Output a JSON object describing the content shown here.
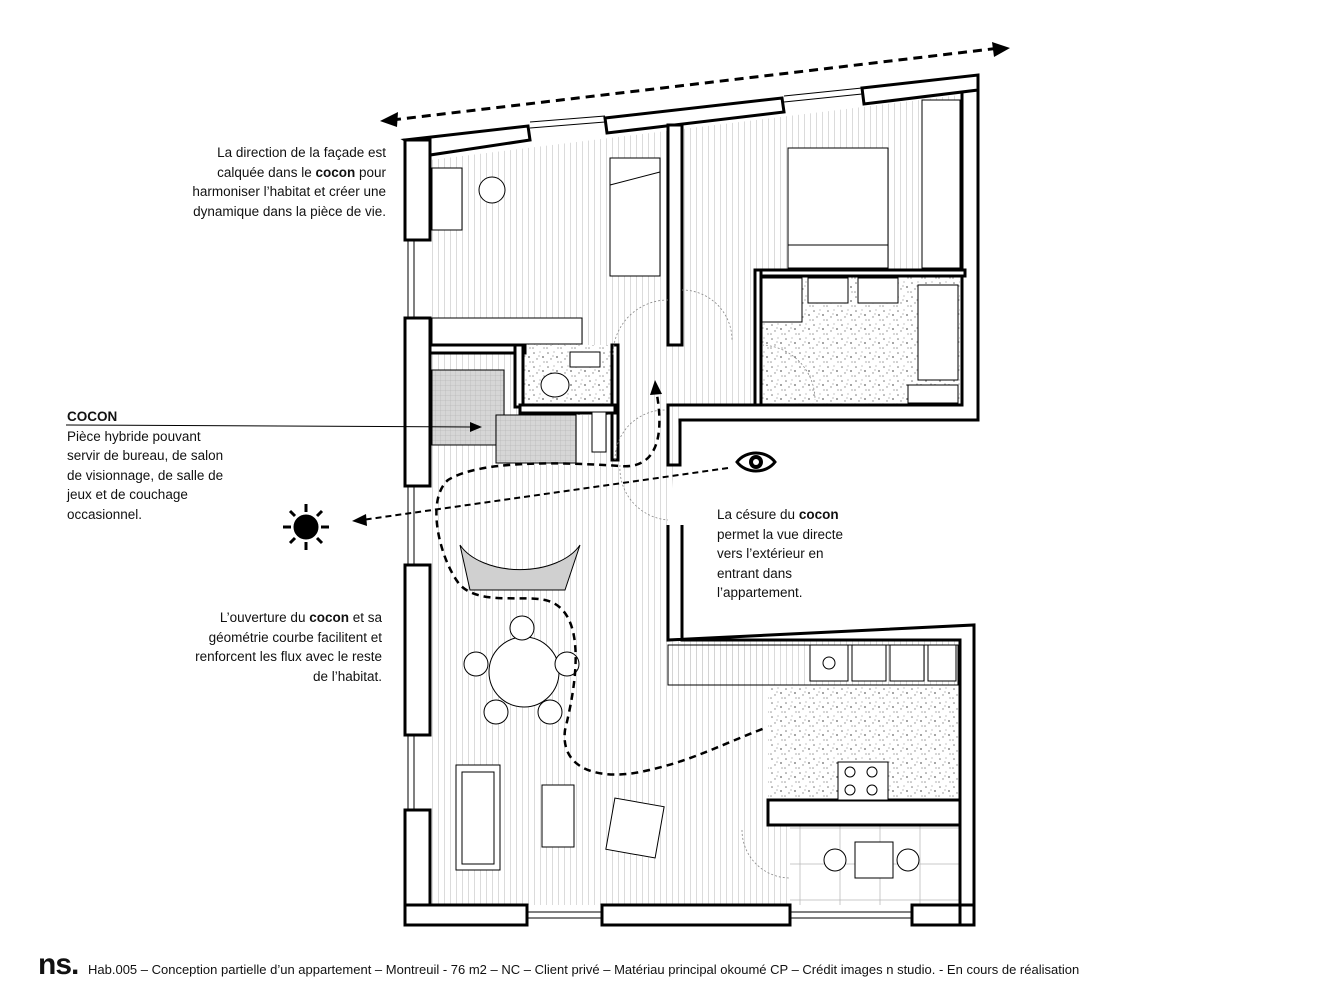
{
  "annotations": {
    "facade": {
      "parts": [
        "La direction de la façade est calquée dans le ",
        "cocon",
        " pour harmoniser l’habitat et créer une dynamique dans la pièce de vie."
      ]
    },
    "cocon_label": {
      "title": "COCON",
      "body": "Pièce hybride pouvant servir de bureau, de salon de visionnage, de salle de jeux et de couchage occasionnel."
    },
    "ouverture": {
      "parts": [
        "L’ouverture du ",
        "cocon",
        " et sa géométrie courbe facilitent et renforcent les flux avec le reste de l’habitat."
      ]
    },
    "cesure": {
      "parts": [
        "La césure du ",
        "cocon",
        " permet la vue directe vers l’extérieur en entrant dans l’appartement."
      ]
    }
  },
  "icons": {
    "sun": "sun-icon",
    "eye": "eye-icon"
  },
  "footer": {
    "logo": "ns.",
    "caption": "Hab.005 – Conception partielle d’un appartement – Montreuil - 76 m2 – NC – Client privé – Matériau principal okoumé CP – Crédit images n studio. - En cours de réalisation"
  },
  "colors": {
    "wall": "#000000",
    "floor_stripe": "#cfcfcf",
    "terrazzo": "#9a9a9a",
    "cocon_fill": "#c8c8c8"
  }
}
